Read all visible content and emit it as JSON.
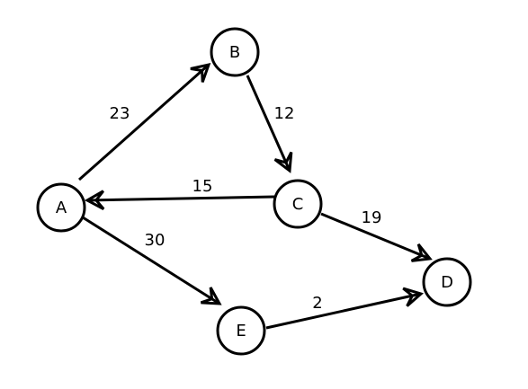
{
  "graph": {
    "nodes": [
      {
        "id": "A",
        "label": "A"
      },
      {
        "id": "B",
        "label": "B"
      },
      {
        "id": "C",
        "label": "C"
      },
      {
        "id": "D",
        "label": "D"
      },
      {
        "id": "E",
        "label": "E"
      }
    ],
    "edges": [
      {
        "from": "A",
        "to": "B",
        "weight": "23"
      },
      {
        "from": "B",
        "to": "C",
        "weight": "12"
      },
      {
        "from": "C",
        "to": "A",
        "weight": "15"
      },
      {
        "from": "C",
        "to": "D",
        "weight": "19"
      },
      {
        "from": "A",
        "to": "E",
        "weight": "30"
      },
      {
        "from": "E",
        "to": "D",
        "weight": "2"
      }
    ]
  }
}
